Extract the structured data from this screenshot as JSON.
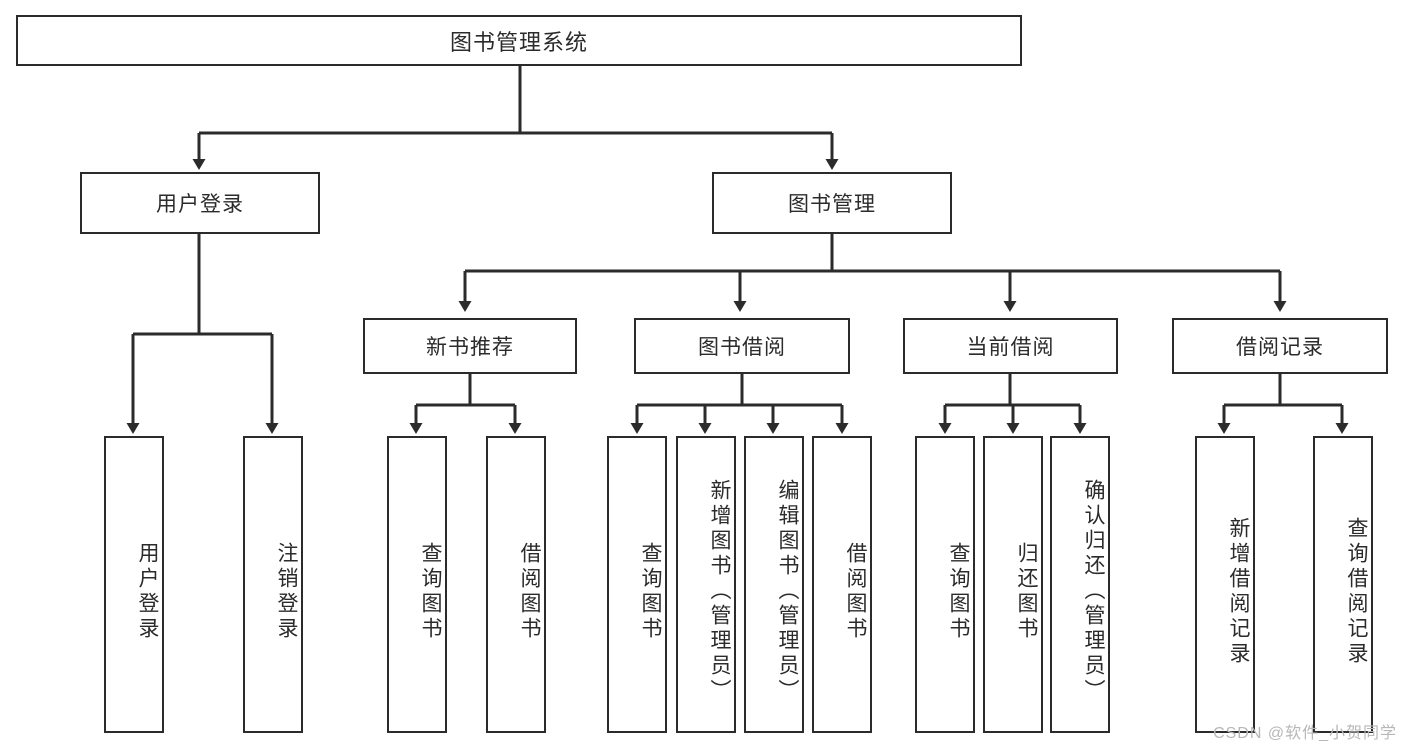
{
  "diagram": {
    "title": "图书管理系统",
    "type": "tree-hierarchy-chart",
    "stroke_color": "#2b2b2b",
    "fill_color": "#ffffff",
    "root": {
      "label": "图书管理系统"
    },
    "level2": [
      {
        "label": "用户登录"
      },
      {
        "label": "图书管理"
      }
    ],
    "level3": [
      {
        "label": "新书推荐"
      },
      {
        "label": "图书借阅"
      },
      {
        "label": "当前借阅"
      },
      {
        "label": "借阅记录"
      }
    ],
    "leaves": {
      "user_login": [
        {
          "label": "用户登录"
        },
        {
          "label": "注销登录"
        }
      ],
      "new_book_rec": [
        {
          "label": "查询图书"
        },
        {
          "label": "借阅图书"
        }
      ],
      "book_borrow": [
        {
          "label": "查询图书"
        },
        {
          "label": "新增图书（管理员）"
        },
        {
          "label": "编辑图书（管理员）"
        },
        {
          "label": "借阅图书"
        }
      ],
      "current_borrow": [
        {
          "label": "查询图书"
        },
        {
          "label": "归还图书"
        },
        {
          "label": "确认归还（管理员）"
        }
      ],
      "borrow_records": [
        {
          "label": "新增借阅记录"
        },
        {
          "label": "查询借阅记录"
        }
      ]
    }
  },
  "watermark": {
    "text": "CSDN @软件_小贺同学"
  }
}
